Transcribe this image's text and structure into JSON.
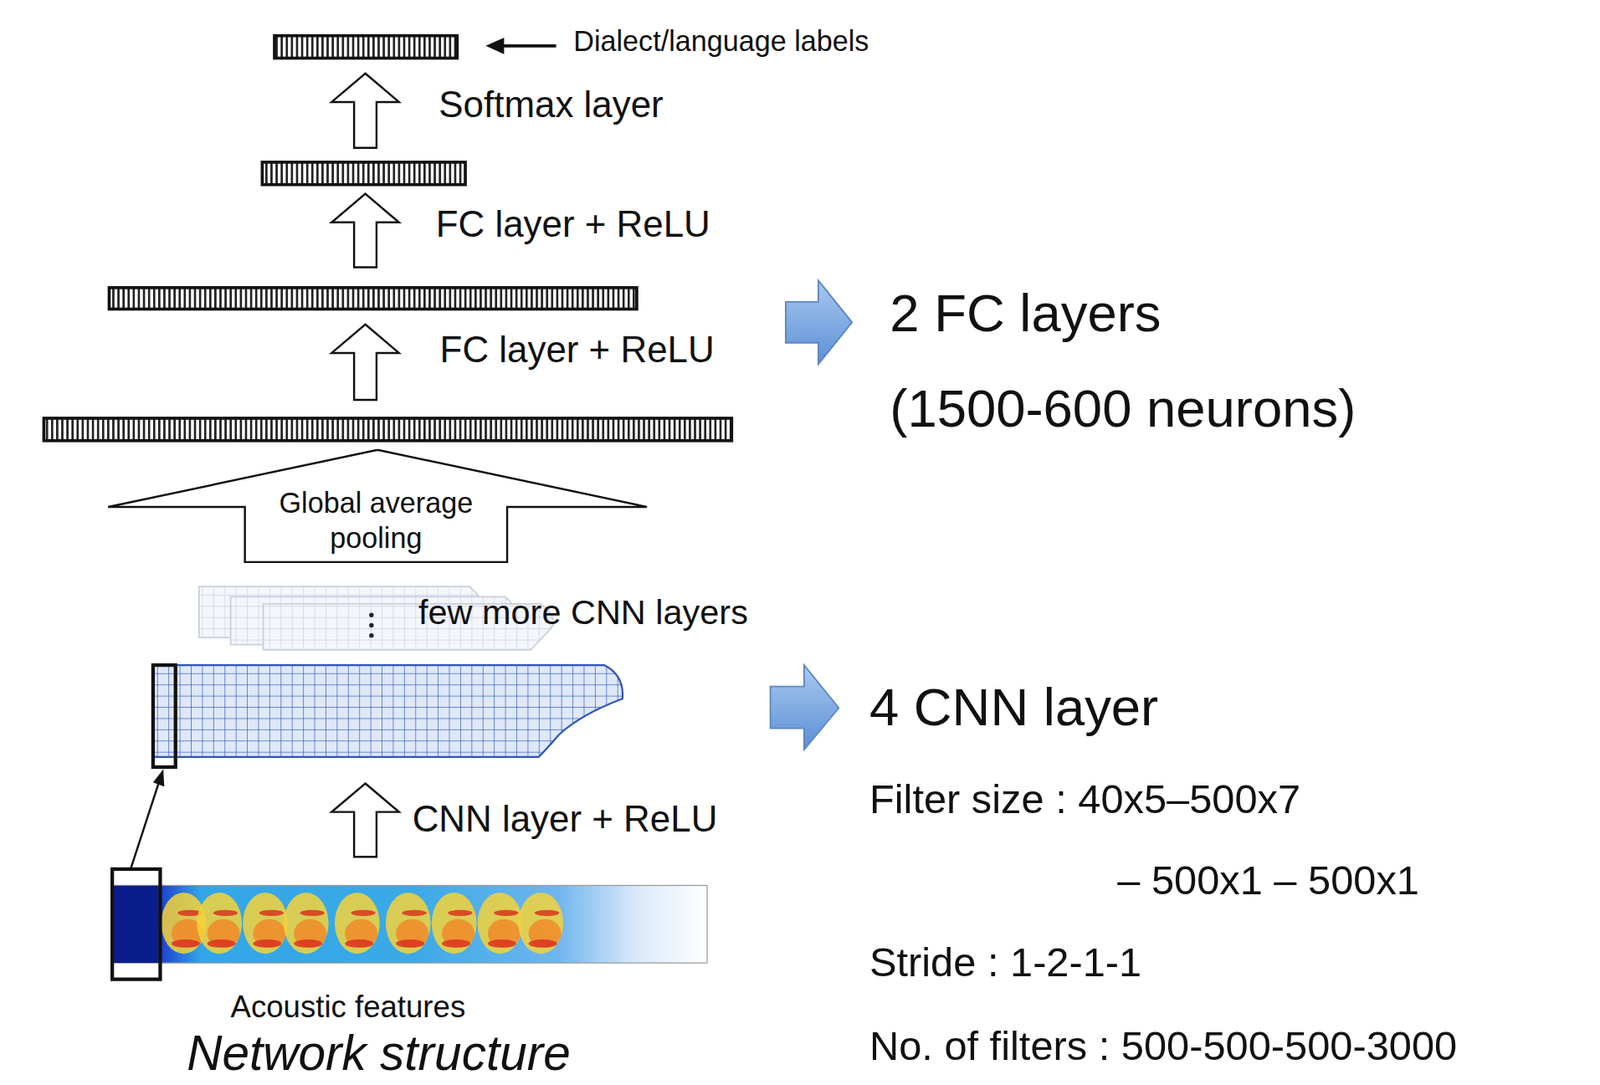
{
  "diagram": {
    "caption": "Network structure",
    "nodes": [
      {
        "text": [
          "Global average pooling"
        ]
      }
    ],
    "labels": [
      "Dialect/language labels",
      "Softmax layer",
      "FC layer + ReLU",
      "FC layer + ReLU",
      "few more CNN layers",
      "CNN layer + ReLU",
      "Acoustic features",
      "2 FC layers",
      "(1500-600 neurons)",
      "4 CNN layer",
      "Filter size : 40x5–500x7",
      "– 500x1 – 500x1",
      "Stride : 1-2-1-1",
      "No. of filters : 500-500-500-3000"
    ]
  }
}
